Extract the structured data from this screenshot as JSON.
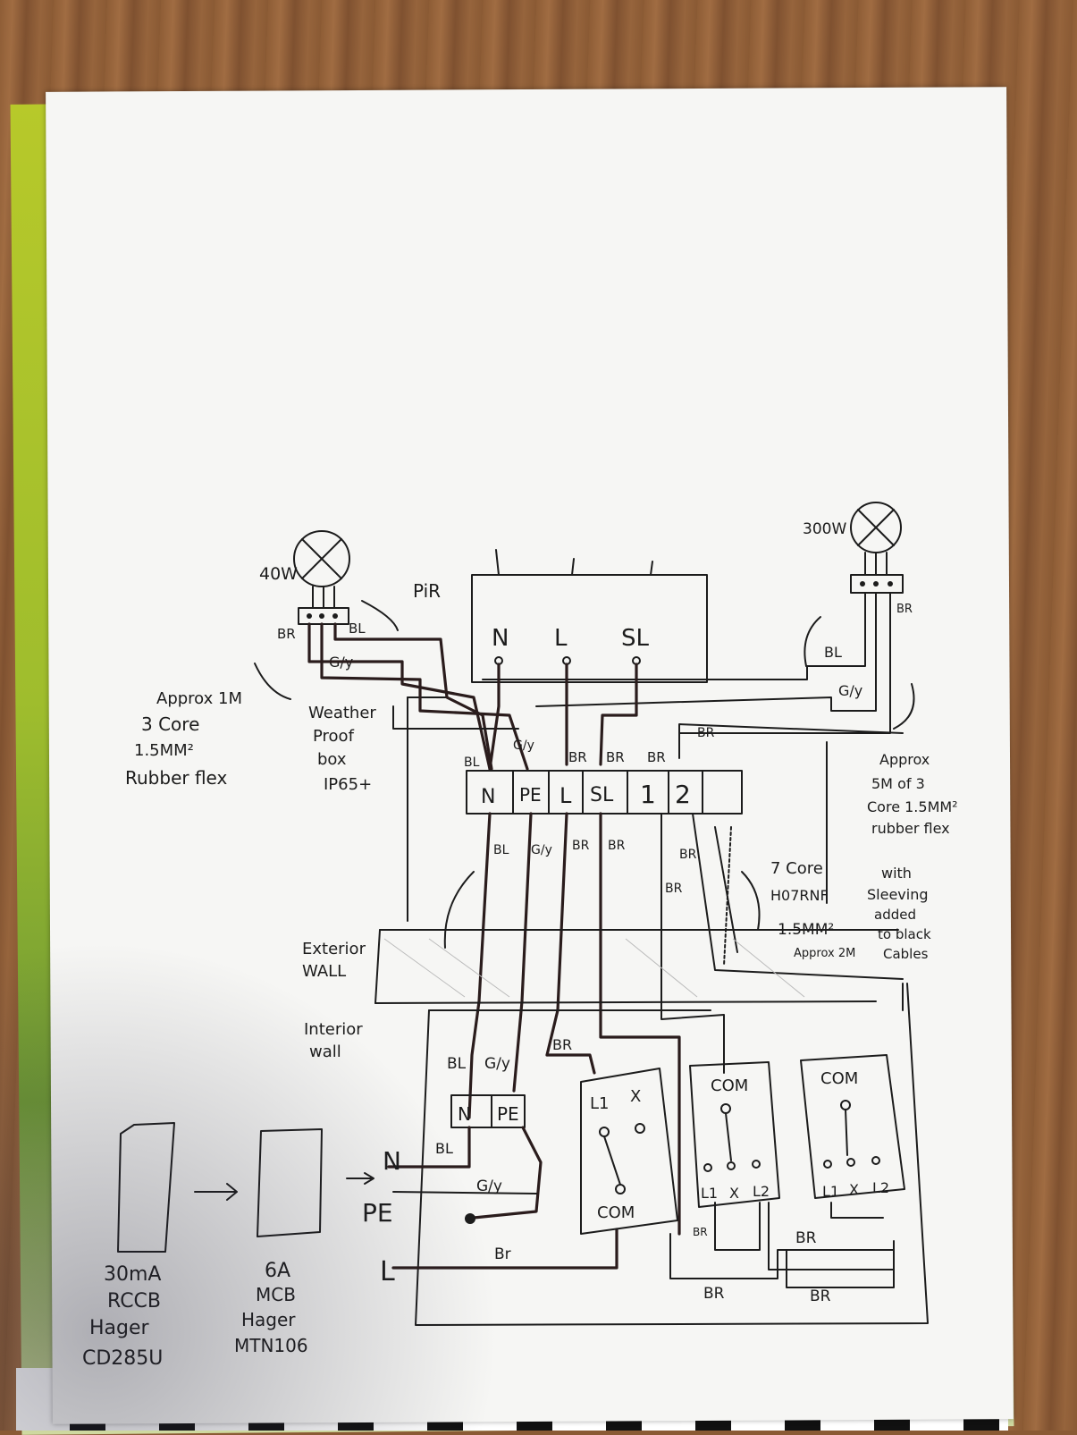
{
  "lamp_left": {
    "rating": "40W",
    "wire_brown": "BR",
    "wire_blue": "BL",
    "wire_earth": "G/y"
  },
  "lamp_right": {
    "rating": "300W",
    "wire_brown": "BR",
    "wire_blue": "BL",
    "wire_earth": "G/y"
  },
  "pir": {
    "label": "PiR",
    "terminals": [
      "N",
      "L",
      "SL"
    ]
  },
  "flex_left": [
    "Approx 1M",
    "3 Core",
    "1.5MM²",
    "Rubber flex"
  ],
  "flex_right": [
    "Approx",
    "5M of 3",
    "Core 1.5MM²",
    "rubber flex"
  ],
  "box": [
    "Weather",
    "Proof",
    "box",
    "IP65+"
  ],
  "junction": {
    "terminals": [
      "N",
      "PE",
      "L",
      "SL",
      "1",
      "2"
    ],
    "top_labels": [
      "BL",
      "G/y",
      "BR",
      "BR",
      "BR",
      "BR"
    ],
    "bottom_labels": [
      "BL",
      "G/y",
      "BR",
      "BR",
      "BR",
      "BR"
    ]
  },
  "cable": [
    "7 Core",
    "H07RNF",
    "1.5MM²",
    "Approx 2M"
  ],
  "sleeving": [
    "with",
    "Sleeving",
    "added",
    "to black",
    "Cables"
  ],
  "exterior_wall": [
    "Exterior",
    "WALL"
  ],
  "interior_wall": [
    "Interior",
    "wall"
  ],
  "consumer": {
    "rccb": [
      "30mA",
      "RCCB",
      "Hager",
      "CD285U"
    ],
    "mcb": [
      "6A",
      "MCB",
      "Hager",
      "MTN106"
    ],
    "supply": [
      "N",
      "PE",
      "L"
    ]
  },
  "interior": {
    "terminal_block": [
      "N",
      "PE"
    ],
    "labels_top": [
      "BL",
      "G/y",
      "BR"
    ],
    "label_bl2": "BL",
    "label_gy2": "G/y",
    "label_br_live": "Br",
    "switch1": {
      "top": [
        "L1",
        "X"
      ],
      "bottom": "COM"
    },
    "switch2": {
      "top": "COM",
      "bottom": [
        "L1",
        "X",
        "L2"
      ]
    },
    "switch3": {
      "top": "COM",
      "bottom": [
        "L1",
        "X",
        "L2"
      ]
    },
    "bottom_labels": [
      "BR",
      "BR",
      "BR",
      "BR"
    ]
  }
}
